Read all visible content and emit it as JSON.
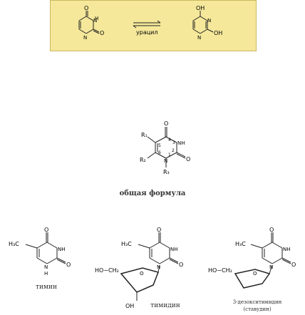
{
  "colors": {
    "banner_bg": "#f5e89a",
    "bond": "#222222"
  },
  "banner": {
    "left_mol": {
      "o_label": "O",
      "h_label": "H",
      "n3_label": "N",
      "n1_label": "N",
      "o2_label": "O"
    },
    "arrow_label": "урацил",
    "right_mol": {
      "oh4_label": "OH",
      "n3_label": "N",
      "n1_label": "N",
      "oh2_label": "OH"
    }
  },
  "general": {
    "o_label": "O",
    "r1_label": "R₁",
    "nh_label": "NH",
    "r2_label": "R₂",
    "n_label": "N",
    "o2_label": "O",
    "r3_label": "R₃",
    "num_4": "4",
    "num_5": "5",
    "num_6": "6",
    "num_1": "1",
    "num_2": "2",
    "num_3": "3",
    "caption": "общая формула"
  },
  "thymine": {
    "o_label": "O",
    "h3c_label": "H₃C",
    "nh_label": "NH",
    "n_label": "N",
    "h_label": "H",
    "o2_label": "O",
    "caption": "тимин"
  },
  "thymidine": {
    "o_label": "O",
    "h3c_label": "H₃C",
    "nh_label": "NH",
    "ho_label": "HO−CH₂",
    "ring_o_label": "O",
    "n_label": "N",
    "o2_label": "O",
    "oh_label": "OH",
    "caption": "тимидин"
  },
  "stavudine": {
    "o_label": "O",
    "h3c_label": "H₃C",
    "nh_label": "NH",
    "ho_label": "HO−CH₂",
    "ring_o_label": "O",
    "n_label": "N",
    "o2_label": "O",
    "caption_line1": "3-дезокситимидин",
    "caption_line2": "(ставудин)"
  }
}
